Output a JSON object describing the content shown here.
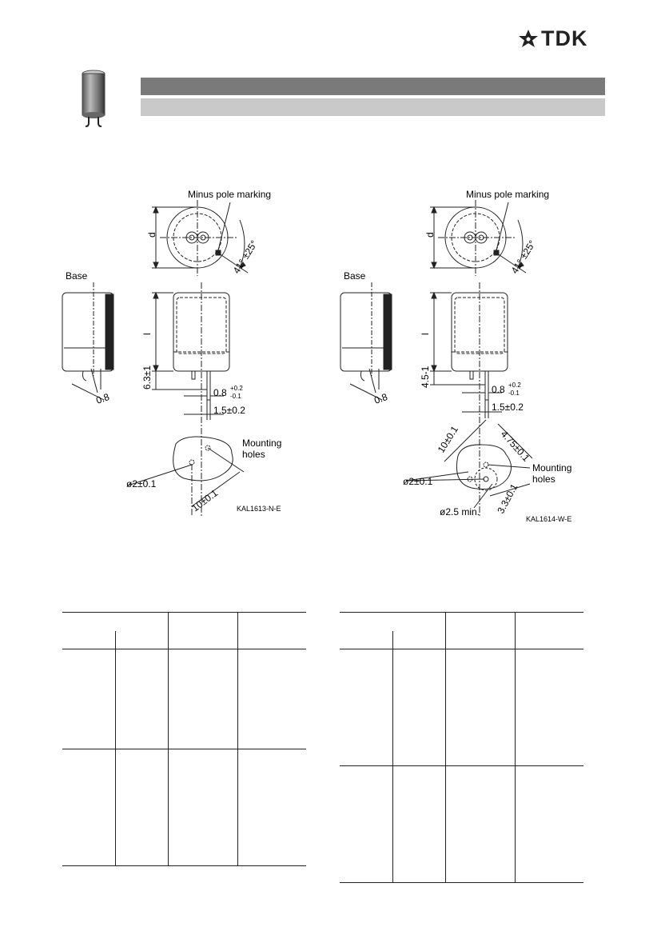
{
  "brand": {
    "name": "TDK"
  },
  "drawing_left": {
    "minus_pole": "Minus pole marking",
    "dim_d": "d",
    "angle": "41° ±25°",
    "base": "Base",
    "dim_l": "l",
    "lead_height": "6.3±1",
    "lead_thickness": "0.8",
    "tol_plus": "+0.2",
    "tol_minus": "-0.1",
    "lead_width": "1.5±0.2",
    "wire": "0.8",
    "mounting": "Mounting",
    "holes": "holes",
    "hole_dia": "ø2±0.1",
    "pitch": "10±0.1",
    "code": "KAL1613-N-E"
  },
  "drawing_right": {
    "minus_pole": "Minus pole marking",
    "dim_d": "d",
    "angle": "41° ±25°",
    "base": "Base",
    "dim_l": "l",
    "lead_height": "4.5-1",
    "lead_thickness": "0.8",
    "tol_plus": "+0.2",
    "tol_minus": "-0.1",
    "lead_width": "1.5±0.2",
    "wire": "0.8",
    "pitch": "10±0.1",
    "offset": "4.75±0.1",
    "mounting": "Mounting",
    "holes": "holes",
    "hole_dia": "ø2±0.1",
    "min_dia": "ø2.5 min.",
    "spacing": "3.3±0.1",
    "code": "KAL1614-W-E"
  }
}
